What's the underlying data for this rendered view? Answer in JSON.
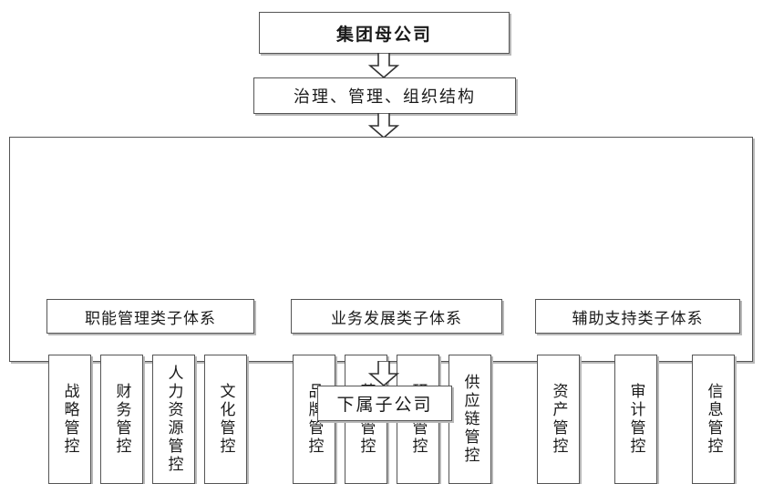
{
  "diagram": {
    "title_box": {
      "label": "集团母公司"
    },
    "governance_box": {
      "label": "治理、管理、组织结构"
    },
    "subsidiary_box": {
      "label": "下属子公司"
    },
    "connectors": [
      {
        "name": "arrow-parent-to-governance",
        "direction": "down"
      },
      {
        "name": "arrow-governance-to-systems",
        "direction": "down"
      },
      {
        "name": "arrow-systems-to-subsidiary",
        "direction": "down"
      }
    ],
    "groups": [
      {
        "header": "职能管理类子体系",
        "items": [
          "战略管控",
          "财务管控",
          "人力资源管控",
          "文化管控"
        ]
      },
      {
        "header": "业务发展类子体系",
        "items": [
          "品牌管控",
          "营销管控",
          "研发管控",
          "供应链管控"
        ]
      },
      {
        "header": "辅助支持类子体系",
        "items": [
          "资产管控",
          "审计管控",
          "信息管控"
        ]
      }
    ]
  },
  "colors": {
    "background": "#ffffff",
    "box_fill": "#ffffff",
    "border": "#555555",
    "shadow": "#b9b9b9",
    "text": "#1a1a1a"
  }
}
